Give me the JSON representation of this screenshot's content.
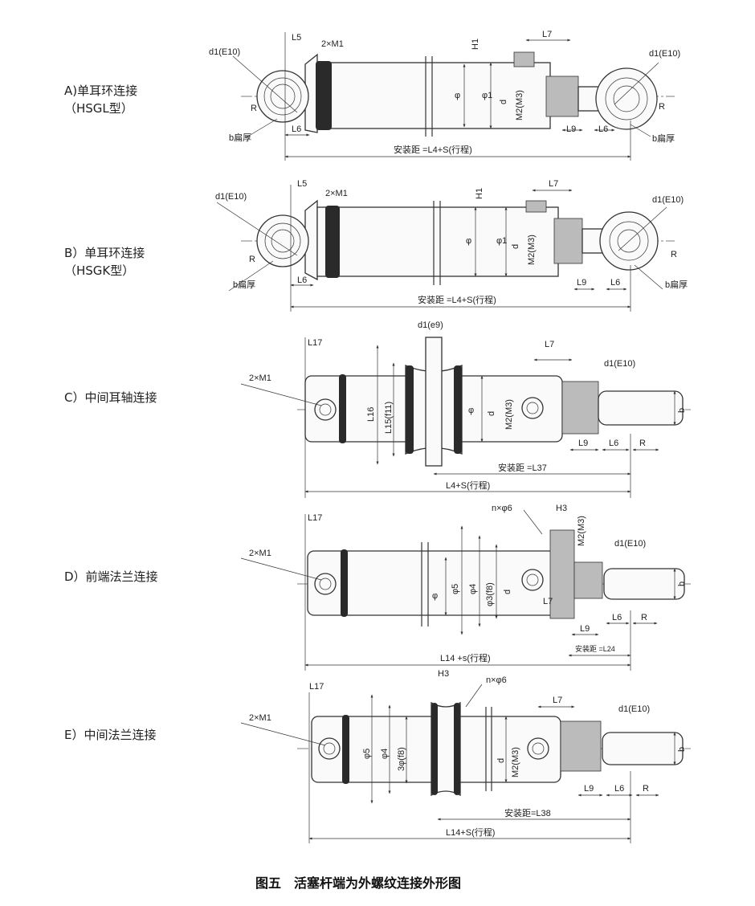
{
  "figures": {
    "A": {
      "title": "A)单耳环连接",
      "subtitle": "（HSGL型）",
      "d1_left": "d1(E10)",
      "L5": "L5",
      "M1": "2×M1",
      "H1": "H1",
      "L7": "L7",
      "d1_right": "d1(E10)",
      "R_left": "R",
      "R_right": "R",
      "phi": "φ",
      "phi1": "φ1",
      "d": "d",
      "M2": "M2(M3)",
      "b_left": "b扁厚",
      "b_right": "b扁厚",
      "L6_left": "L6",
      "L9": "L9",
      "L6_right": "L6",
      "distance": "安装距 =L4+S(行程)"
    },
    "B": {
      "title": "B）单耳环连接",
      "subtitle": "（HSGK型）",
      "d1_left": "d1(E10)",
      "L5": "L5",
      "M1": "2×M1",
      "H1": "H1",
      "L7": "L7",
      "d1_right": "d1(E10)",
      "R_left": "R",
      "R_right": "R",
      "phi": "φ",
      "phi1": "φ1",
      "d": "d",
      "M2": "M2(M3)",
      "b_left": "b扁厚",
      "b_right": "b扁厚",
      "L6_left": "L6",
      "L9": "L9",
      "L6_right": "L6",
      "distance": "安装距 =L4+S(行程)"
    },
    "C": {
      "title": "C）中间耳轴连接",
      "d1": "d1(e9)",
      "L17": "L17",
      "M1": "2×M1",
      "L16": "L16",
      "L15": "L15(f11)",
      "phi": "φ",
      "d": "d",
      "M2": "M2(M3)",
      "L7": "L7",
      "d1_right": "d1(E10)",
      "b": "b",
      "L9": "L9",
      "L6": "L6",
      "R": "R",
      "distance": "安装距 =L37",
      "total": "L4+S(行程)"
    },
    "D": {
      "title": "D）前端法兰连接",
      "L17": "L17",
      "M1": "2×M1",
      "holes": "n×φ6",
      "H3": "H3",
      "M2": "M2(M3)",
      "d1": "d1(E10)",
      "phi": "φ",
      "phi5": "φ5",
      "phi4": "φ4",
      "phi3": "φ3(f8)",
      "d": "d",
      "L7": "L7",
      "b": "b",
      "L9": "L9",
      "L6": "L6",
      "R": "R",
      "distance": "安装距 =L24",
      "total": "L14 +s(行程)"
    },
    "E": {
      "title": "E）中间法兰连接",
      "L17": "L17",
      "M1": "2×M1",
      "H3": "H3",
      "holes": "n×φ6",
      "L7": "L7",
      "d1": "d1(E10)",
      "phi5": "φ5",
      "phi4": "φ4",
      "phi3": "3φ(f8)",
      "d": "d",
      "M2": "M2(M3)",
      "b": "b",
      "L9": "L9",
      "L6": "L6",
      "R": "R",
      "distance": "安装距=L38",
      "total": "L14+S(行程)"
    }
  },
  "caption": "图五　活塞杆端为外螺纹连接外形图"
}
